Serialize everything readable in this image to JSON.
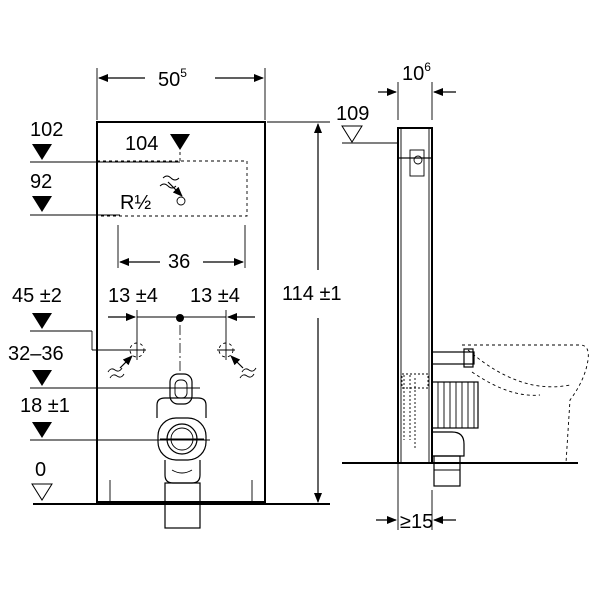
{
  "front_view": {
    "width": {
      "value": "50",
      "sup": "5"
    },
    "height": "114 ±1",
    "cistern_top": "102",
    "flush_top": "104",
    "supply_height": "92",
    "supply_thread": "R½",
    "supply_span": "36",
    "connector_height": "45 ±2",
    "connector_left": "13 ±4",
    "connector_right": "13 ±4",
    "waste_range": "32–36",
    "waste_height": "18 ±1",
    "floor": "0"
  },
  "side_view": {
    "depth": {
      "value": "10",
      "sup": "6"
    },
    "top_level": "109",
    "wall_gap": "≥15"
  }
}
